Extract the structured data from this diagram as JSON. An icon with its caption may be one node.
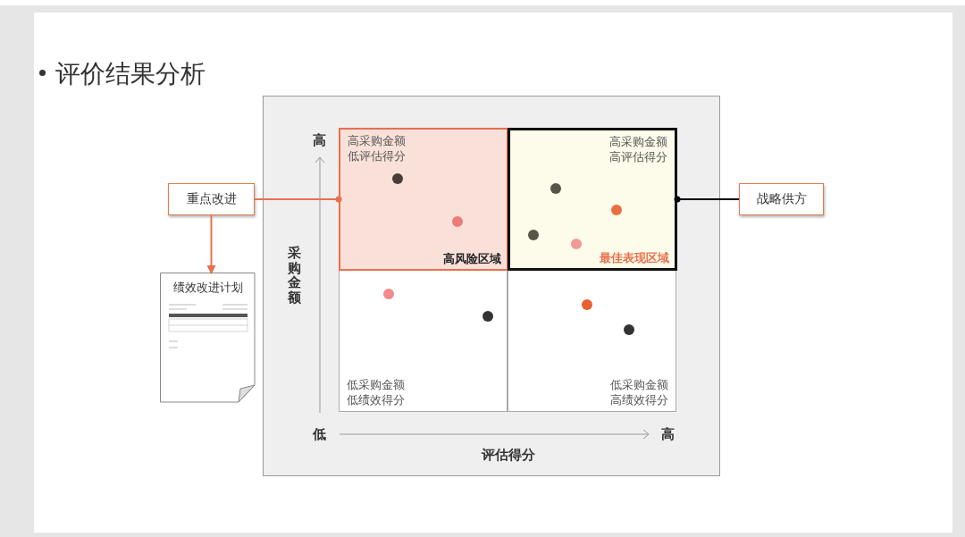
{
  "diagram": {
    "title": "评价结果分析",
    "nodes": [
      {
        "text": [
          "高采购金额低评估得分",
          "高风险区域"
        ]
      },
      {
        "text": [
          "高采购金额高评估得分",
          "最佳表现区域"
        ]
      },
      {
        "text": [
          "重点改进"
        ]
      },
      {
        "text": [
          "战略供方"
        ]
      },
      {
        "text": [
          "绩效改进计划"
        ]
      },
      {
        "text": [
          "低采购金额低绩效得分"
        ]
      },
      {
        "text": [
          "低采购金额高绩效得分"
        ]
      }
    ],
    "edges": [
      {
        "from": 0,
        "to": 2,
        "arrow": "other"
      },
      {
        "from": 1,
        "to": 3,
        "arrow": "other",
        "color": "#000000"
      },
      {
        "from": 2,
        "to": 4,
        "arrow": "to"
      }
    ],
    "labels": [
      "高",
      "采购金额",
      "低",
      "高",
      "评估得分"
    ]
  }
}
